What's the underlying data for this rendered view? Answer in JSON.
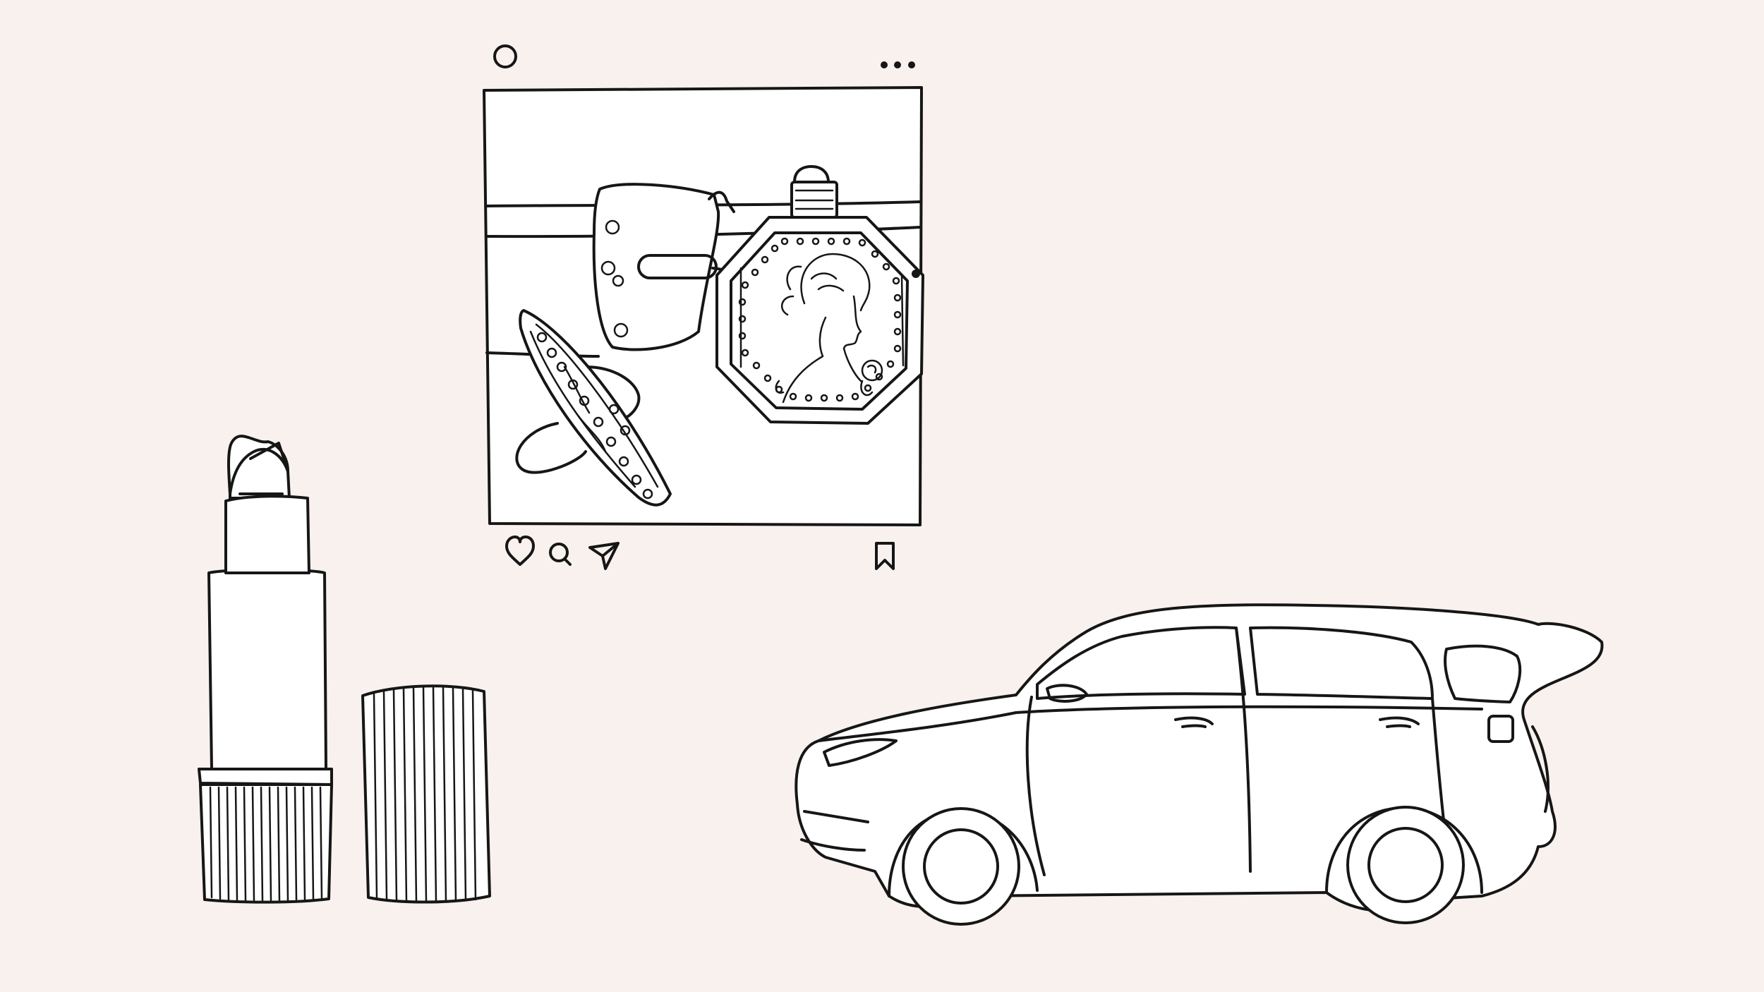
{
  "post": {
    "avatar_icon": "avatar-circle-icon",
    "more_icon": "more-dots-icon",
    "image_subjects": [
      "belt-buckle",
      "octagonal-perfume-bottle",
      "cameo-portrait",
      "marquise-ring"
    ],
    "actions": {
      "like_icon": "heart-icon",
      "comment_icon": "comment-bubble-icon",
      "share_icon": "paper-plane-icon",
      "save_icon": "bookmark-icon"
    }
  },
  "illustrations": [
    "lipstick",
    "lipstick-cap",
    "suv-car"
  ],
  "colors": {
    "background": "#f8f1ee",
    "ink": "#161616",
    "card": "#ffffff"
  }
}
